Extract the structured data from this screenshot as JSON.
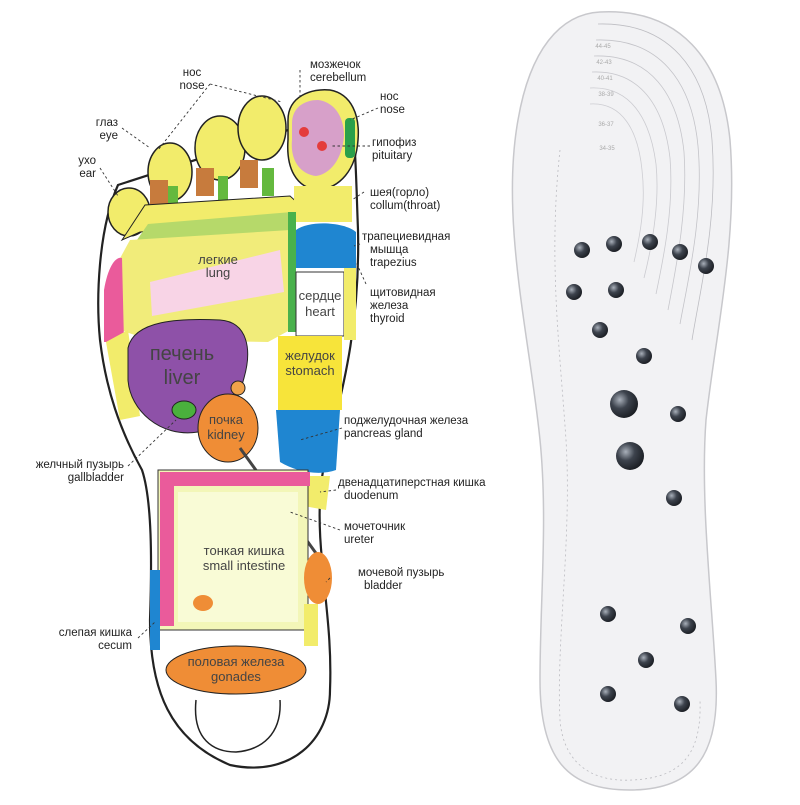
{
  "labels": {
    "cerebellum": {
      "ru": "мозжечок",
      "en": "cerebellum"
    },
    "nose_left": {
      "ru": "нос",
      "en": "nose"
    },
    "eye": {
      "ru": "глаз",
      "en": "eye"
    },
    "ear": {
      "ru": "ухо",
      "en": "ear"
    },
    "nose_right": {
      "ru": "нос",
      "en": "nose"
    },
    "pituitary": {
      "ru": "гипофиз",
      "en": "pituitary"
    },
    "throat": {
      "ru": "шея(горло)",
      "en": "collum(throat)"
    },
    "trapezius": {
      "ru1": "трапециевидная",
      "ru2": "мышца",
      "en": "trapezius"
    },
    "thyroid": {
      "ru1": "щитовидная",
      "ru2": "железа",
      "en": "thyroid"
    },
    "pancreas": {
      "ru": "поджелудочная железа",
      "en": "pancreas gland"
    },
    "duodenum": {
      "ru": "двенадцатиперстная кишка",
      "en": "duodenum"
    },
    "ureter": {
      "ru": "мочеточник",
      "en": "ureter"
    },
    "bladder": {
      "ru": "мочевой пузырь",
      "en": "bladder"
    },
    "gallbladder": {
      "ru": "желчный пузырь",
      "en": "gallbladder"
    },
    "cecum": {
      "ru": "слепая кишка",
      "en": "cecum"
    }
  },
  "regions": {
    "lung": {
      "ru": "легкие",
      "en": "lung"
    },
    "heart": {
      "ru": "сердце",
      "en": "heart"
    },
    "liver": {
      "ru": "печень",
      "en": "liver"
    },
    "stomach": {
      "ru": "желудок",
      "en": "stomach"
    },
    "kidney": {
      "ru": "почка",
      "en": "kidney"
    },
    "small_intestine": {
      "ru": "тонкая кишка",
      "en": "small intestine"
    },
    "gonads": {
      "ru": "половая железа",
      "en": "gonades"
    }
  },
  "insole": {
    "size_marks": [
      "44-45",
      "42-43",
      "40-41",
      "38-39",
      "36-37",
      "34-35"
    ]
  }
}
